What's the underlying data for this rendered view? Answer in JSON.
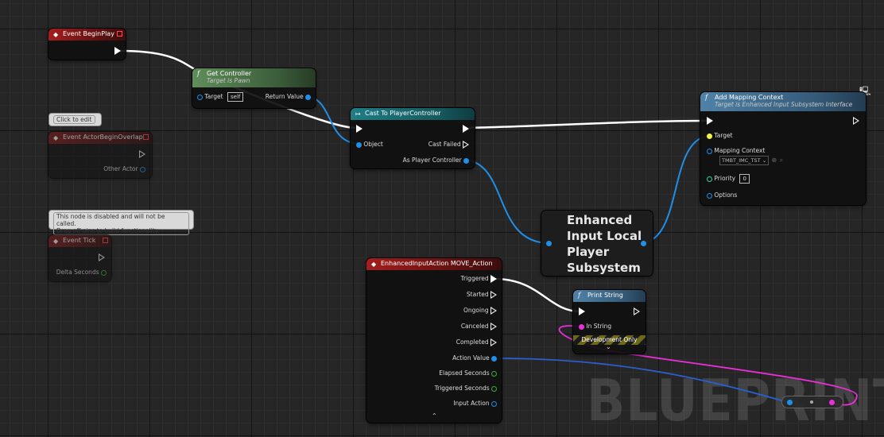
{
  "graph": {
    "watermark": "BLUEPRINT"
  },
  "nodes": {
    "event_beginplay": {
      "title": "Event BeginPlay"
    },
    "get_controller": {
      "title": "Get Controller",
      "subtitle": "Target is Pawn",
      "target_label": "Target",
      "target_value": "self",
      "return_label": "Return Value"
    },
    "cast_to_pc": {
      "title": "Cast To PlayerController",
      "object_label": "Object",
      "cast_failed_label": "Cast Failed",
      "as_pc_label": "As Player Controller"
    },
    "add_mapping_context": {
      "title": "Add Mapping Context",
      "subtitle": "Target is Enhanced Input Subsystem Interface",
      "target_label": "Target",
      "mapping_label": "Mapping Context",
      "mapping_value": "TMBT_IMC_TST",
      "priority_label": "Priority",
      "priority_value": "0",
      "options_label": "Options"
    },
    "event_overlap": {
      "title": "Event ActorBeginOverlap",
      "other_actor_label": "Other Actor",
      "comment": "Click to edit"
    },
    "event_tick": {
      "title": "Event Tick",
      "delta_label": "Delta Seconds",
      "comment_line1": "This node is disabled and will not be called.",
      "comment_line2": "Drag off pins to build functionality."
    },
    "subsystem": {
      "title_line1": "Enhanced",
      "title_line2": "Input Local",
      "title_line3": "Player",
      "title_line4": "Subsystem"
    },
    "input_action": {
      "title": "EnhancedInputAction MOVE_Action",
      "pins": [
        "Triggered",
        "Started",
        "Ongoing",
        "Canceled",
        "Completed",
        "Action Value",
        "Elapsed Seconds",
        "Triggered Seconds",
        "Input Action"
      ]
    },
    "print_string": {
      "title": "Print String",
      "in_string_label": "In String",
      "dev_only": "Development Only"
    }
  },
  "colors": {
    "exec_wire": "#ffffff",
    "object_wire": "#1f8fe8",
    "string_wire": "#ea2fd8",
    "vector_wire": "#2a5fd0"
  }
}
